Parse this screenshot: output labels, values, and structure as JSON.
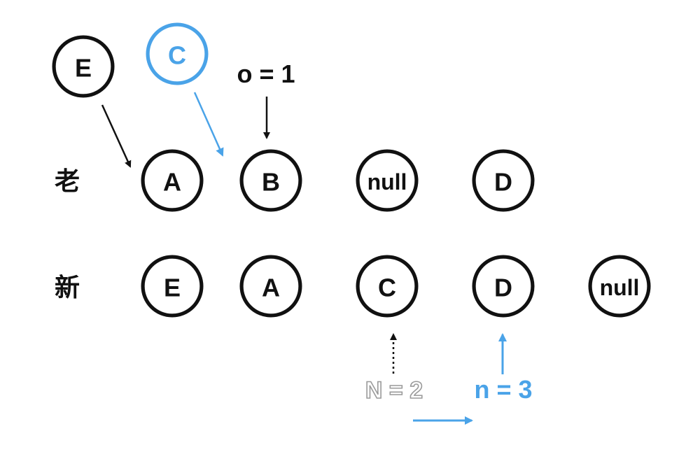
{
  "row_labels": {
    "old": "老",
    "new": "新"
  },
  "floating_nodes": {
    "e": "E",
    "c": "C"
  },
  "old_row": [
    "A",
    "B",
    "null",
    "D"
  ],
  "new_row": [
    "E",
    "A",
    "C",
    "D",
    "null"
  ],
  "pointers": {
    "o_label": "o = 1",
    "N_label": "N = 2",
    "n_label": "n = 3"
  },
  "colors": {
    "ink": "#111111",
    "accent": "#4aa3e8",
    "faded": "#9a9a9a"
  }
}
